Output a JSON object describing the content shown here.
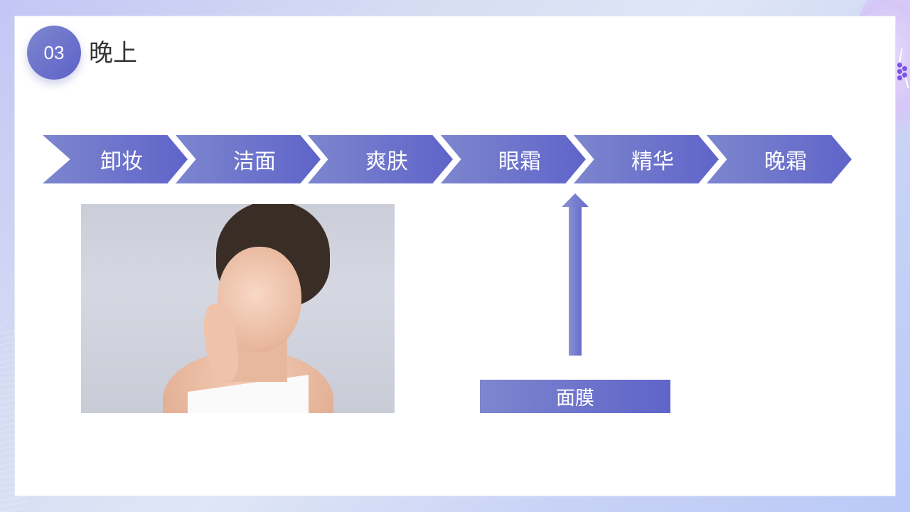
{
  "section": {
    "number": "03",
    "title": "晚上"
  },
  "steps": [
    {
      "label": "卸妆"
    },
    {
      "label": "洁面"
    },
    {
      "label": "爽肤"
    },
    {
      "label": "眼霜"
    },
    {
      "label": "精华"
    },
    {
      "label": "晚霜"
    }
  ],
  "branch": {
    "label": "面膜",
    "arrow_direction": "up",
    "points_to_step": "精华"
  },
  "photo": {
    "description": "smiling woman touching cheek, light gray background"
  },
  "colors": {
    "accent_start": "#7d86ce",
    "accent_end": "#5f64c9",
    "title_text": "#333333",
    "card_bg": "#ffffff"
  }
}
